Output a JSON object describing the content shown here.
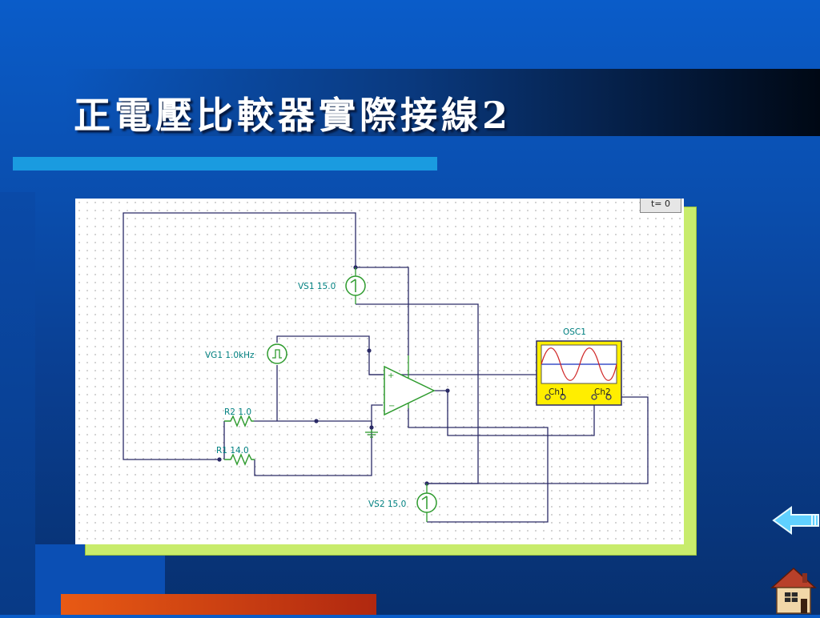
{
  "slide": {
    "title": "正電壓比較器實際接線2"
  },
  "schematic": {
    "time_button": "t= 0",
    "components": {
      "vs1": "VS1 15.0",
      "vs2": "VS2 15.0",
      "vg1": "VG1 1.0kHz",
      "r2": "R2 1.0",
      "r1": "R1 14.0",
      "osc_name": "OSC1",
      "ch1": "Ch1",
      "ch2": "Ch2"
    }
  },
  "navigation": {
    "back_icon": "left-arrow-icon",
    "home_icon": "house-icon"
  },
  "colors": {
    "background": "#0a4fb0",
    "title_text": "#ffffff",
    "accent_bar": "#1a9be0",
    "bottom_bar": "#e85a14",
    "frame_shadow": "#c8ec6c",
    "component_green": "#2e9b2e",
    "label_teal": "#008080",
    "wire": "#2a2a66",
    "osc_yellow": "#ffee00",
    "trace_red": "#d02828",
    "trace_blue": "#3b50c8"
  }
}
